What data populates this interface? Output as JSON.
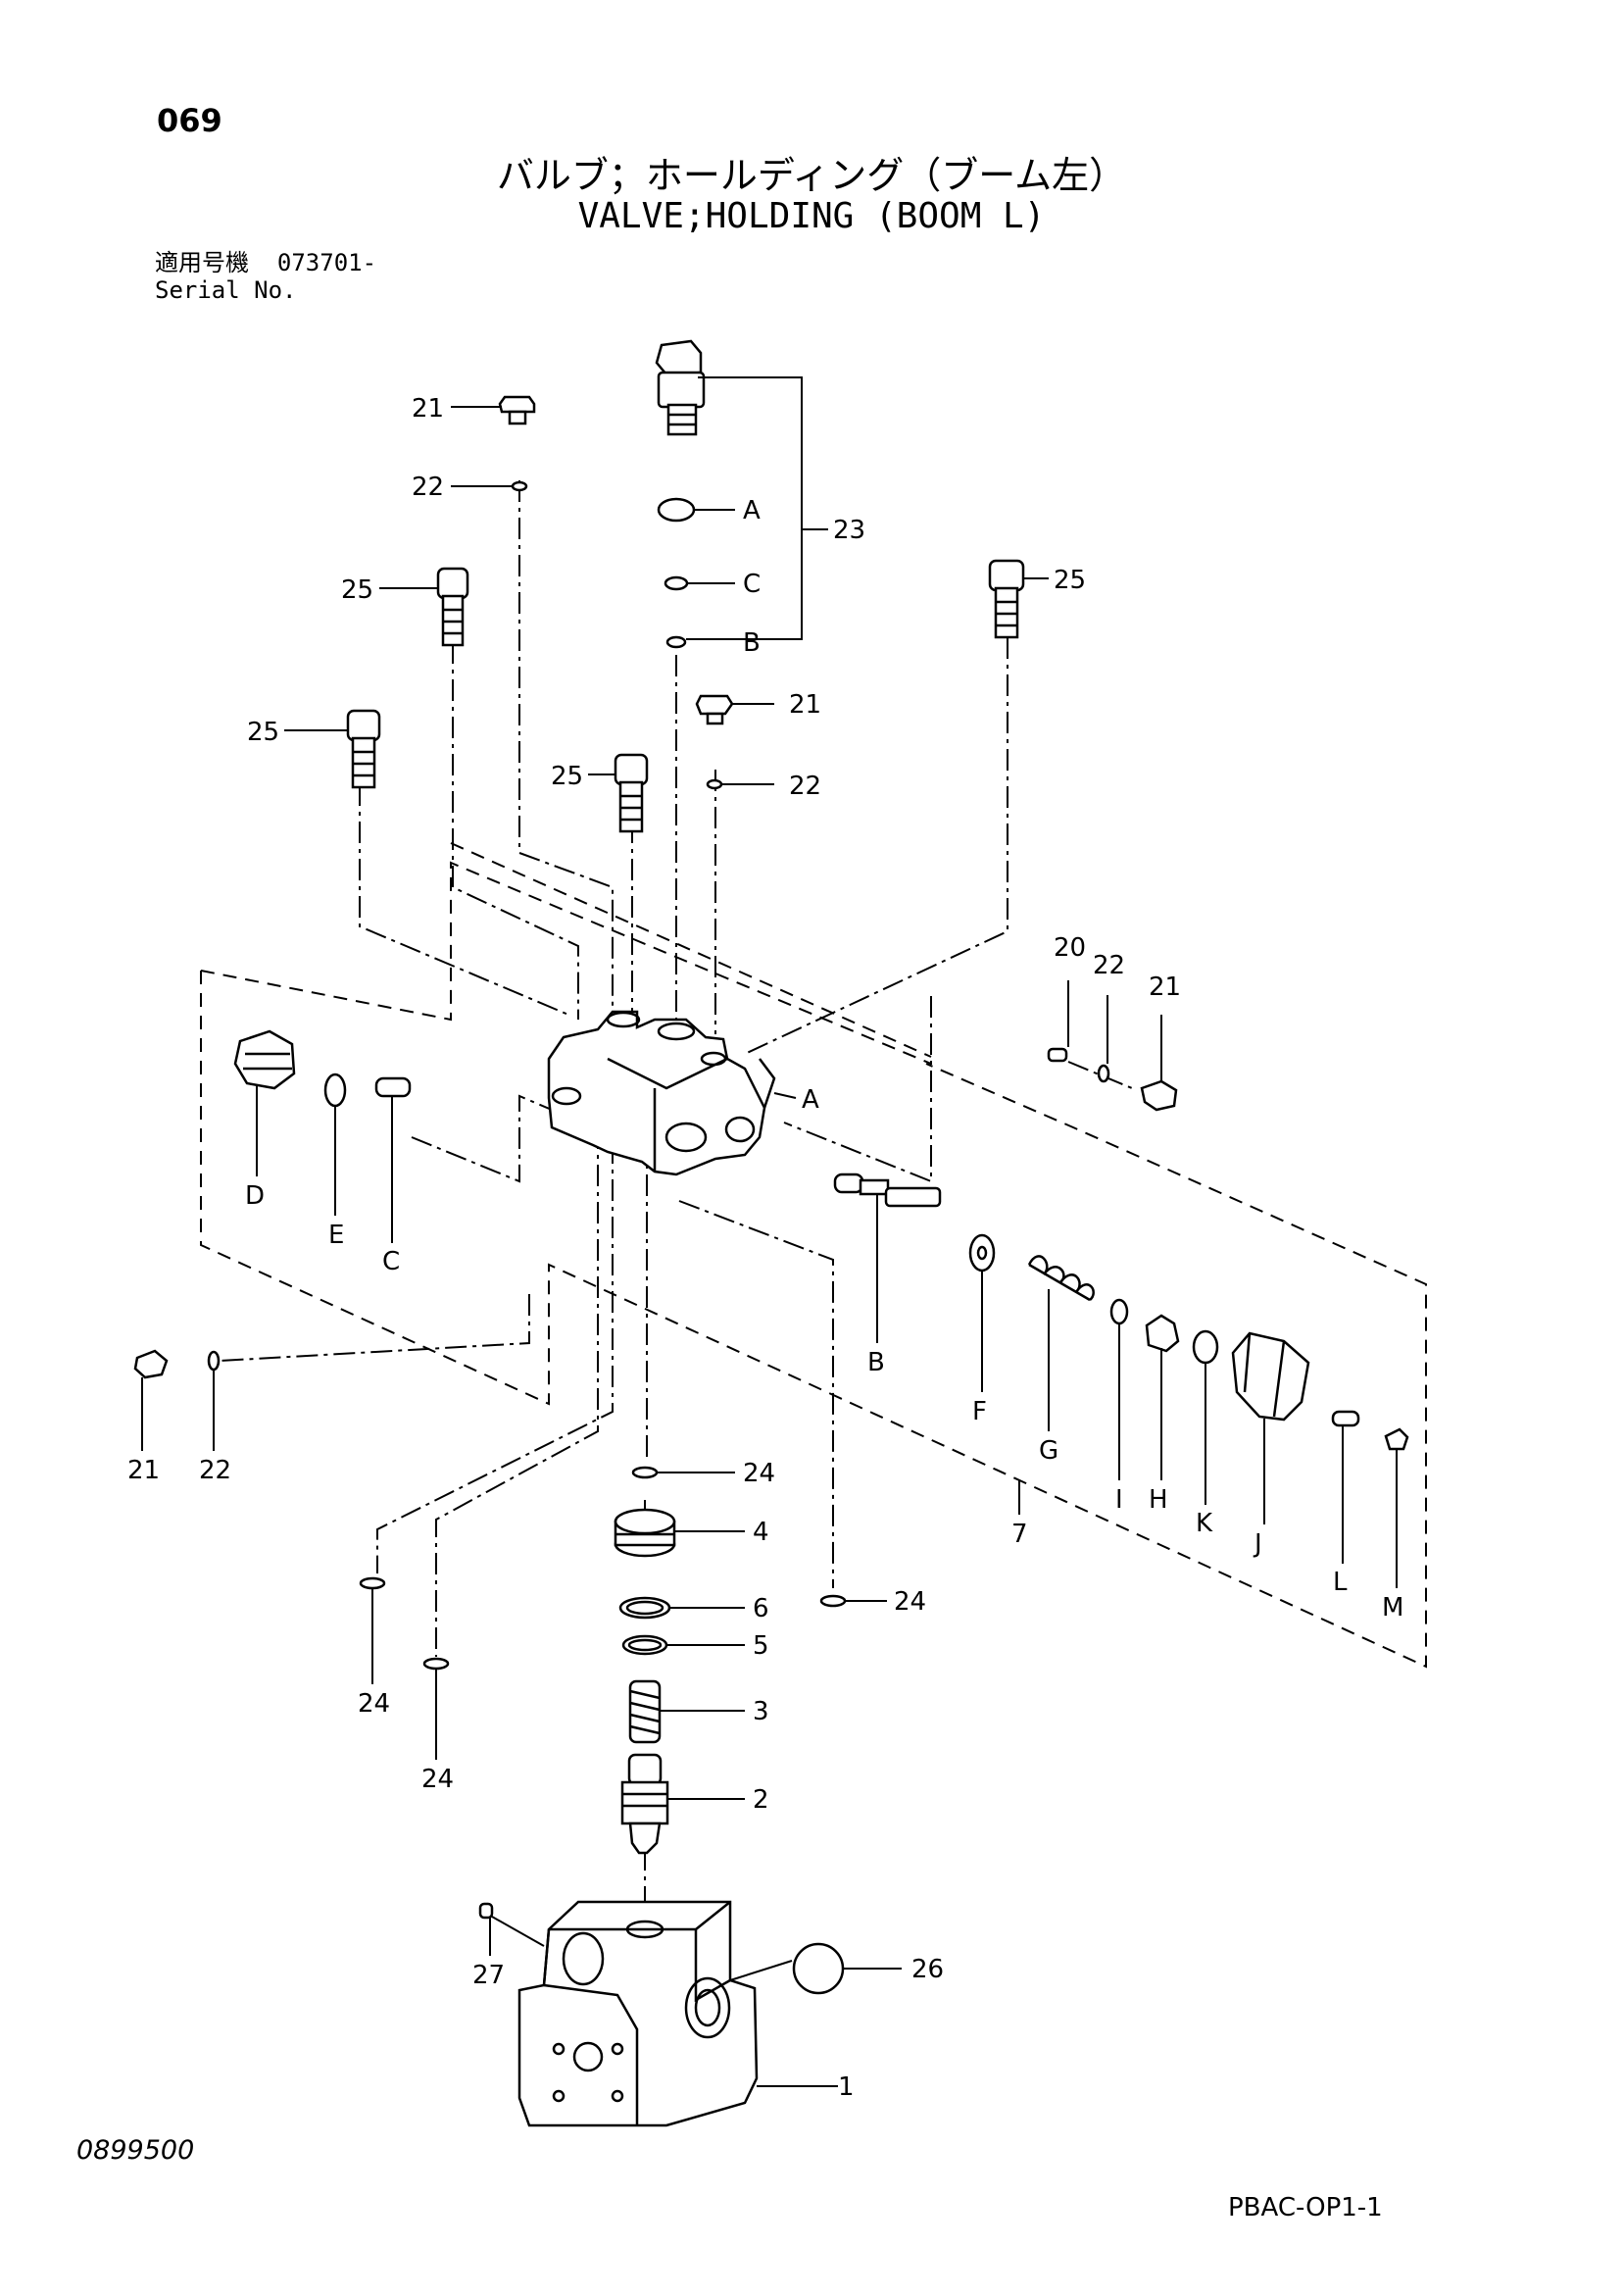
{
  "header": {
    "page_number": "069",
    "title_jp": "バルブ；ホールディング（ブーム左）",
    "title_en": "VALVE;HOLDING (BOOM L)",
    "serial_label_jp": "適用号機",
    "serial_value": "073701-",
    "serial_label_en": "Serial No."
  },
  "footer": {
    "document_number": "0899500",
    "drawing_code": "PBAC-OP1-1"
  },
  "callouts": {
    "c21a": "21",
    "c22a": "22",
    "c25a": "25",
    "c25b": "25",
    "c25c": "25",
    "c25d": "25",
    "c21b": "21",
    "c22b": "22",
    "cA1": "A",
    "cC1": "C",
    "cB1": "B",
    "c23": "23",
    "c20": "20",
    "c22c": "22",
    "c21c": "21",
    "cA2": "A",
    "cD": "D",
    "cE": "E",
    "cC2": "C",
    "cB2": "B",
    "cF": "F",
    "cG": "G",
    "cI": "I",
    "cH": "H",
    "cK": "K",
    "cJ": "J",
    "cL": "L",
    "cM": "M",
    "c7": "7",
    "c21d": "21",
    "c22d": "22",
    "c24a": "24",
    "c4": "4",
    "c24b": "24",
    "c6": "6",
    "c5": "5",
    "c3": "3",
    "c2": "2",
    "c24c": "24",
    "c24d": "24",
    "c27": "27",
    "c26": "26",
    "c1": "1"
  }
}
